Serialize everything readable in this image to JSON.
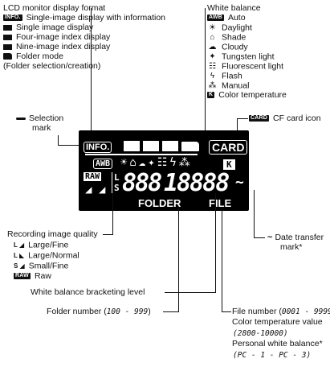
{
  "left_top": {
    "heading": "LCD monitor display format",
    "items": [
      {
        "icon": "INFO.",
        "label": "Single-image display with information"
      },
      {
        "icon": "box",
        "label": "Single image display"
      },
      {
        "icon": "box",
        "label": "Four-image index display"
      },
      {
        "icon": "box",
        "label": "Nine-image index display"
      },
      {
        "icon": "folder",
        "label": "Folder mode"
      }
    ],
    "folder_mode_sub": "(Folder selection/creation)"
  },
  "right_top": {
    "heading": "White balance",
    "items": [
      {
        "icon": "AWB",
        "label": "Auto"
      },
      {
        "icon": "☀",
        "label": "Daylight"
      },
      {
        "icon": "⌂",
        "label": "Shade"
      },
      {
        "icon": "☁",
        "label": "Cloudy"
      },
      {
        "icon": "✦",
        "label": "Tungsten light"
      },
      {
        "icon": "☷",
        "label": "Fluorescent light"
      },
      {
        "icon": "ϟ",
        "label": "Flash"
      },
      {
        "icon": "⁂",
        "label": "Manual"
      },
      {
        "icon": "K",
        "label": "Color temperature"
      }
    ]
  },
  "selection_mark": {
    "line1": "Selection",
    "line2": "mark"
  },
  "cf_card": {
    "icon": "CARD",
    "label": "CF card icon"
  },
  "lcd": {
    "info": "INFO.",
    "card": "CARD",
    "awb": "AWB",
    "raw": "RAW",
    "k": "K",
    "l": "L",
    "s": "S",
    "digits_left": "888",
    "digits_right": "18888",
    "folder": "FOLDER",
    "file": "FILE",
    "tilde": "~"
  },
  "quality": {
    "heading": "Recording image quality",
    "items": [
      {
        "icon": "L ◢",
        "label": "Large/Fine"
      },
      {
        "icon": "L ◣",
        "label": "Large/Normal"
      },
      {
        "icon": "S ◢",
        "label": "Small/Fine"
      },
      {
        "icon": "RAW",
        "label": "Raw"
      }
    ]
  },
  "date_transfer": {
    "line1": "Date transfer",
    "line2": "mark*"
  },
  "wb_bracketing": "White balance bracketing level",
  "folder_number": {
    "label": "Folder number (",
    "range": "100 - 999",
    "close": ")"
  },
  "file_number": {
    "label": "File number (",
    "range": "0001 - 9999",
    "close": ")",
    "color_temp": "Color temperature value",
    "color_temp_range": "(2800-10000)",
    "pwb": "Personal white balance*",
    "pwb_range": "(PC - 1 - PC - 3)"
  },
  "colors": {
    "ink": "#111111",
    "lcd": "#000000"
  }
}
